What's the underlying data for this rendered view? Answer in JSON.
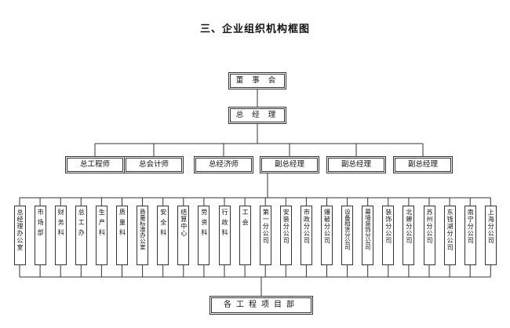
{
  "title": "三、企业组织机构框图",
  "top": {
    "board": "董 事 会",
    "gm": "总 经 理"
  },
  "level2": [
    "总工程师",
    "总会计师",
    "总经济师",
    "副总经理",
    "副总经理",
    "副总经理"
  ],
  "depts": [
    "总经理办公室",
    "市场部",
    "财务科",
    "总工办",
    "生产科",
    "质量科",
    "质量标准办公室",
    "安全科",
    "结算中心",
    "劳资科",
    "行政科",
    "工会",
    "第一分公司",
    "安装分公司",
    "市政分公司",
    "爆破分公司",
    "设备租赁分公司",
    "幕墙装饰分公司",
    "装饰分公司",
    "北蝉分公司",
    "苏州分公司",
    "东钱湖分公司",
    "南宁分公司",
    "上海分公司"
  ],
  "bottom": "各工程项目部"
}
